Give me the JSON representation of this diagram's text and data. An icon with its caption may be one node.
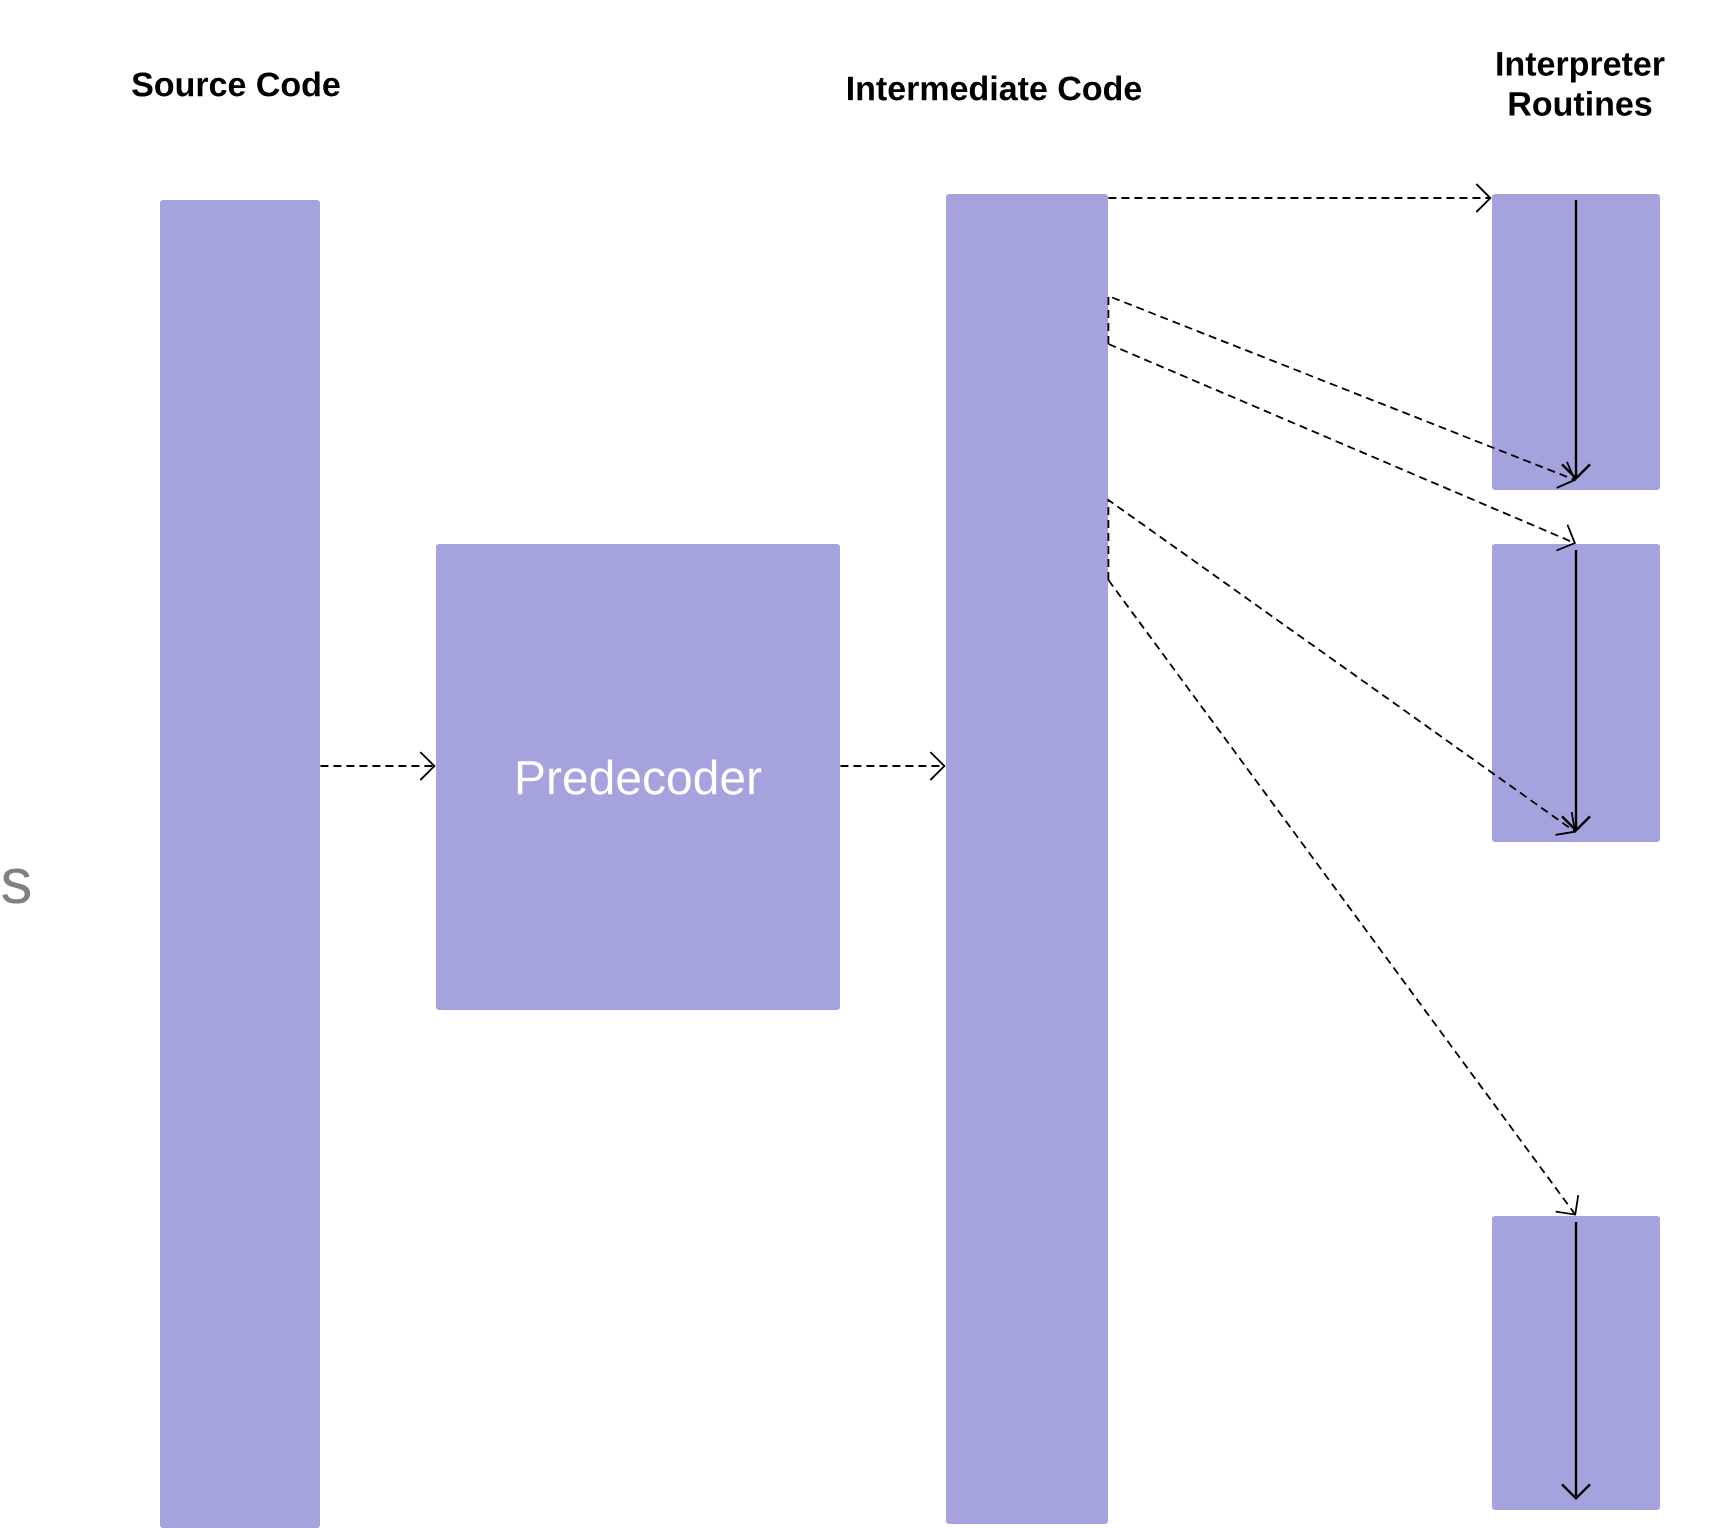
{
  "diagram": {
    "nodes": [
      {
        "text": [
          "Source Code"
        ]
      },
      {
        "text": [
          "Predecoder"
        ]
      },
      {
        "text": [
          "Intermediate Code"
        ]
      },
      {
        "text": [],
        "shape": "box"
      },
      {
        "text": [],
        "shape": "box"
      },
      {
        "text": [],
        "shape": "box"
      }
    ],
    "edges": [
      {
        "from": 0,
        "to": 1,
        "arrow": "to",
        "style": "dashed"
      },
      {
        "from": 1,
        "to": 2,
        "arrow": "to",
        "style": "dashed"
      },
      {
        "from": 2,
        "to": 3,
        "arrow": "to",
        "style": "dashed"
      },
      {
        "from": 2,
        "to": 3,
        "arrow": "to",
        "style": "dashed"
      },
      {
        "from": 2,
        "to": 4,
        "arrow": "to",
        "style": "dashed"
      },
      {
        "from": 2,
        "to": 4,
        "arrow": "to",
        "style": "dashed"
      },
      {
        "from": 2,
        "to": 5,
        "arrow": "to",
        "style": "dashed"
      }
    ],
    "labels": [
      "Interpreter Routines",
      "s"
    ]
  }
}
